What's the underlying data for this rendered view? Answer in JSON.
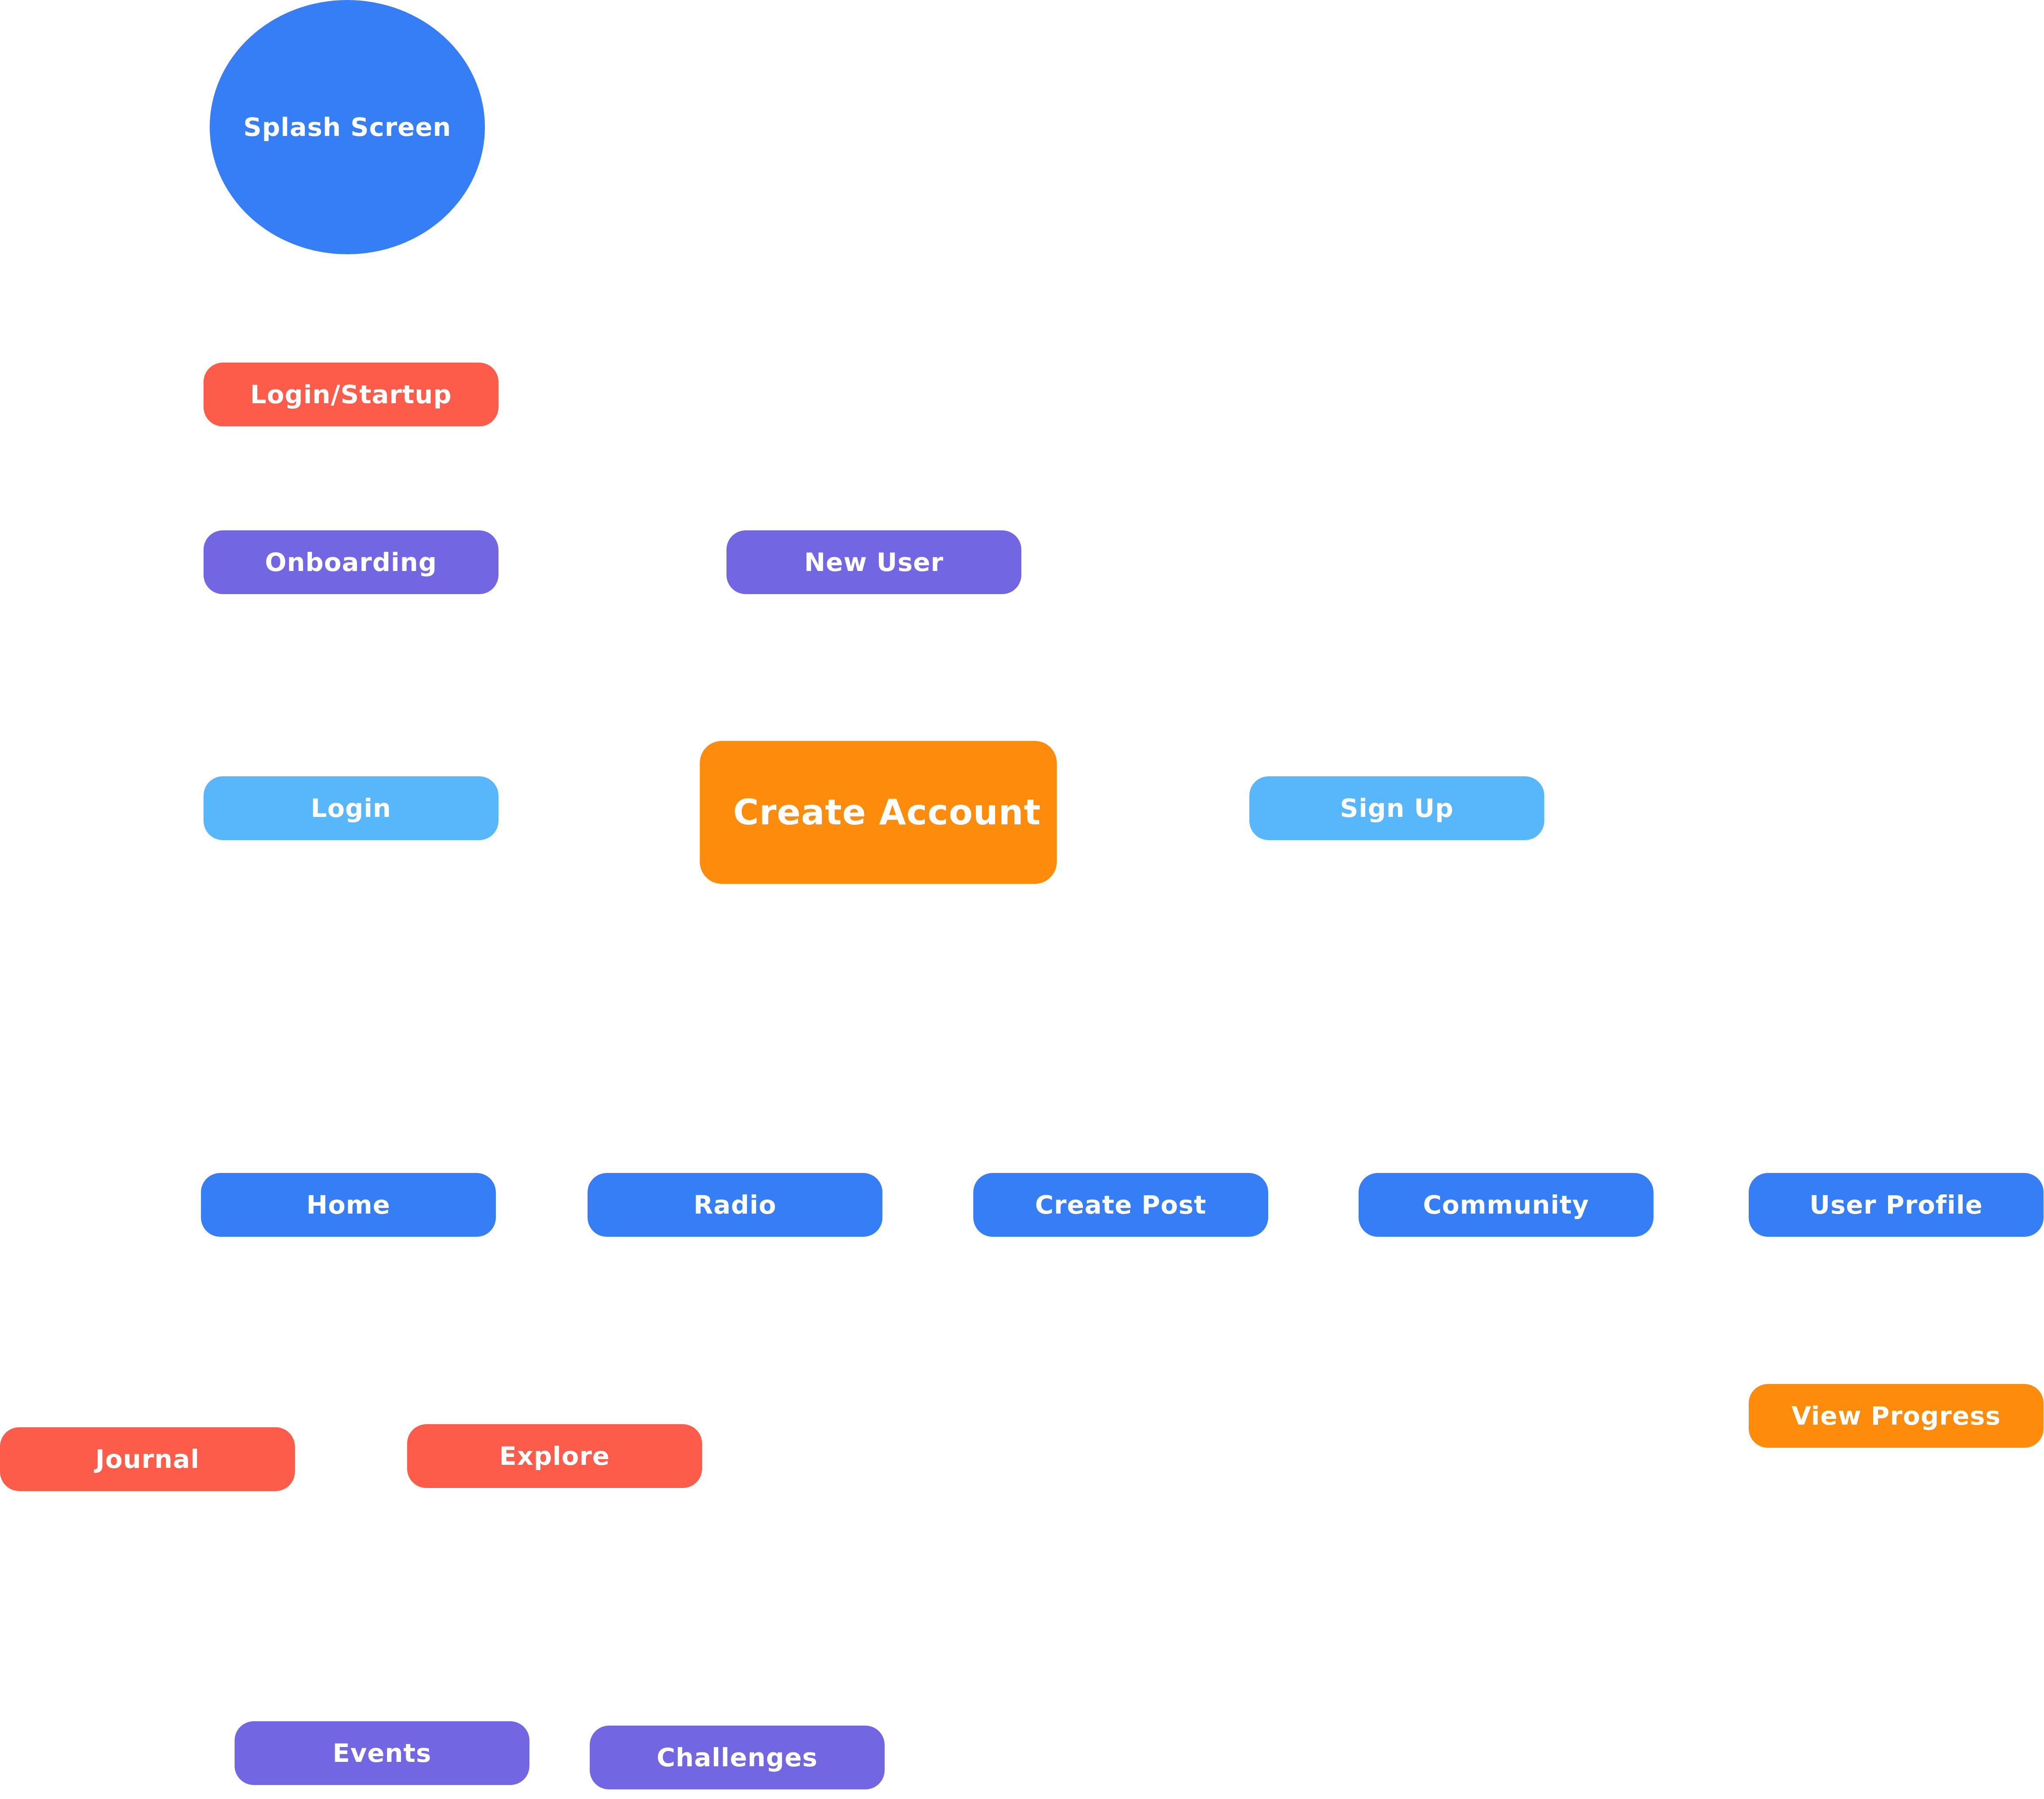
{
  "nodes": {
    "splash_screen": {
      "label": "Splash Screen",
      "color": "#367ef5"
    },
    "login_startup": {
      "label": "Login/Startup",
      "color": "#fe5c4a"
    },
    "onboarding": {
      "label": "Onboarding",
      "color": "#7366e2"
    },
    "new_user": {
      "label": "New User",
      "color": "#7366e2"
    },
    "login": {
      "label": "Login",
      "color": "#58b7fb"
    },
    "create_account": {
      "label": "Create Account",
      "color": "#fd8c0c"
    },
    "sign_up": {
      "label": "Sign Up",
      "color": "#58b7fb"
    },
    "home": {
      "label": "Home",
      "color": "#367ef5"
    },
    "radio": {
      "label": "Radio",
      "color": "#367ef5"
    },
    "create_post": {
      "label": "Create Post",
      "color": "#367ef5"
    },
    "community": {
      "label": "Community",
      "color": "#367ef5"
    },
    "user_profile": {
      "label": "User Profile",
      "color": "#367ef5"
    },
    "view_progress": {
      "label": "View Progress",
      "color": "#fd8c0c"
    },
    "journal": {
      "label": "Journal",
      "color": "#fe5c4a"
    },
    "explore": {
      "label": "Explore",
      "color": "#fe5c4a"
    },
    "events": {
      "label": "Events",
      "color": "#7366e2"
    },
    "challenges": {
      "label": "Challenges",
      "color": "#7366e2"
    }
  }
}
